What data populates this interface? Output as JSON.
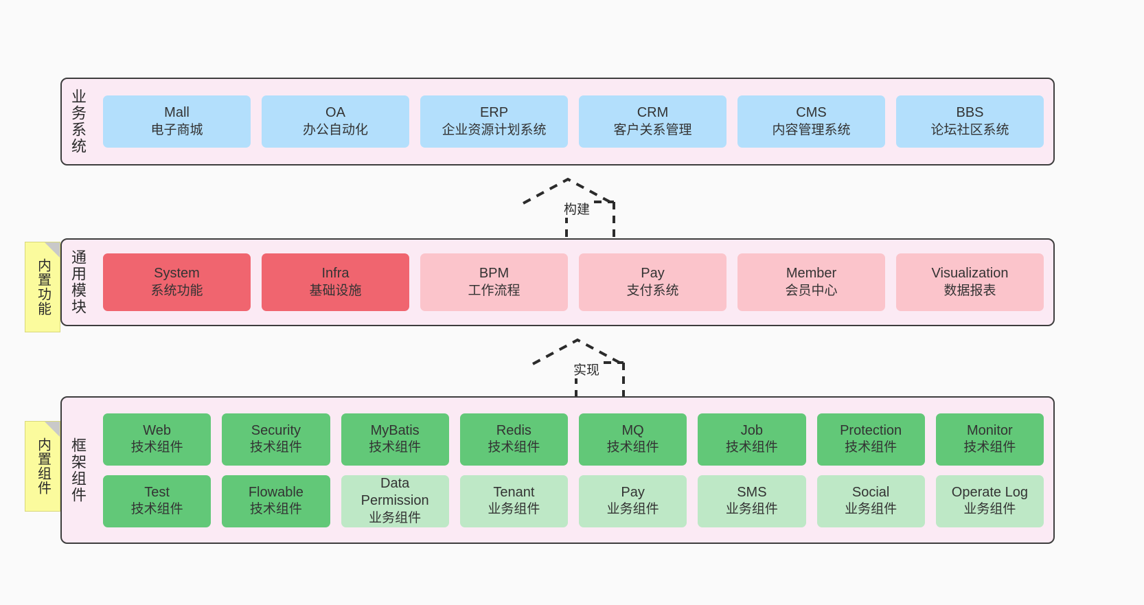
{
  "diagram": {
    "background": "#fafafa",
    "colors": {
      "layer_bg": "#fbeaf4",
      "layer_border": "#3d3d3d",
      "business": "#b3dffc",
      "module": "#fbc4cb",
      "module_highlight": "#f0656f",
      "tech_component": "#62c878",
      "biz_component": "#bee8c6",
      "note": "#fbfb9d"
    }
  },
  "layers": {
    "business": {
      "title": "业务系统",
      "items": [
        {
          "name": "Mall",
          "desc": "电子商城"
        },
        {
          "name": "OA",
          "desc": "办公自动化"
        },
        {
          "name": "ERP",
          "desc": "企业资源计划系统"
        },
        {
          "name": "CRM",
          "desc": "客户关系管理"
        },
        {
          "name": "CMS",
          "desc": "内容管理系统"
        },
        {
          "name": "BBS",
          "desc": "论坛社区系统"
        }
      ]
    },
    "modules": {
      "title": "通用模块",
      "note": "内置功能",
      "items": [
        {
          "name": "System",
          "desc": "系统功能",
          "highlight": true
        },
        {
          "name": "Infra",
          "desc": "基础设施",
          "highlight": true
        },
        {
          "name": "BPM",
          "desc": "工作流程",
          "highlight": false
        },
        {
          "name": "Pay",
          "desc": "支付系统",
          "highlight": false
        },
        {
          "name": "Member",
          "desc": "会员中心",
          "highlight": false
        },
        {
          "name": "Visualization",
          "desc": "数据报表",
          "highlight": false
        }
      ]
    },
    "framework": {
      "title": "框架组件",
      "note": "内置组件",
      "row1": [
        {
          "name": "Web",
          "desc": "技术组件"
        },
        {
          "name": "Security",
          "desc": "技术组件"
        },
        {
          "name": "MyBatis",
          "desc": "技术组件"
        },
        {
          "name": "Redis",
          "desc": "技术组件"
        },
        {
          "name": "MQ",
          "desc": "技术组件"
        },
        {
          "name": "Job",
          "desc": "技术组件"
        },
        {
          "name": "Protection",
          "desc": "技术组件"
        },
        {
          "name": "Monitor",
          "desc": "技术组件"
        }
      ],
      "row2": [
        {
          "name": "Test",
          "desc": "技术组件",
          "kind": "tech"
        },
        {
          "name": "Flowable",
          "desc": "技术组件",
          "kind": "tech"
        },
        {
          "name": "Data Permission",
          "desc": "业务组件",
          "kind": "biz"
        },
        {
          "name": "Tenant",
          "desc": "业务组件",
          "kind": "biz"
        },
        {
          "name": "Pay",
          "desc": "业务组件",
          "kind": "biz"
        },
        {
          "name": "SMS",
          "desc": "业务组件",
          "kind": "biz"
        },
        {
          "name": "Social",
          "desc": "业务组件",
          "kind": "biz"
        },
        {
          "name": "Operate Log",
          "desc": "业务组件",
          "kind": "biz"
        }
      ]
    }
  },
  "connectors": [
    {
      "id": "build",
      "label": "构建",
      "from": "modules",
      "to": "business"
    },
    {
      "id": "implement",
      "label": "实现",
      "from": "framework",
      "to": "modules"
    }
  ]
}
